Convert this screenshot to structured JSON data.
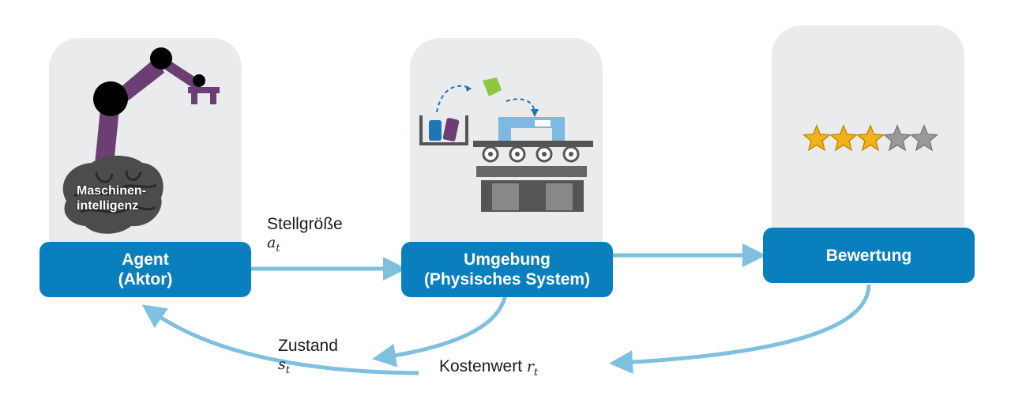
{
  "agent": {
    "title": "Agent",
    "subtitle": "(Aktor)",
    "brain_label_line1": "Maschinen-",
    "brain_label_line2": "intelligenz"
  },
  "environment": {
    "title": "Umgebung",
    "subtitle": "(Physisches System)"
  },
  "evaluation": {
    "title": "Bewertung",
    "rating": {
      "filled": 3,
      "total": 5
    }
  },
  "edges": {
    "action": {
      "label": "Stellgröße",
      "symbol": "a",
      "subscript": "t"
    },
    "state": {
      "label": "Zustand",
      "symbol": "s",
      "subscript": "t"
    },
    "cost": {
      "label": "Kostenwert",
      "symbol": "r",
      "subscript": "t"
    }
  },
  "colors": {
    "box": "#0a7fbd",
    "arrow": "#7fbfe0",
    "panel": "#e9ebed",
    "robot": "#6b3f73",
    "star_filled": "#f2b21b",
    "star_empty": "#9a9a9a"
  }
}
